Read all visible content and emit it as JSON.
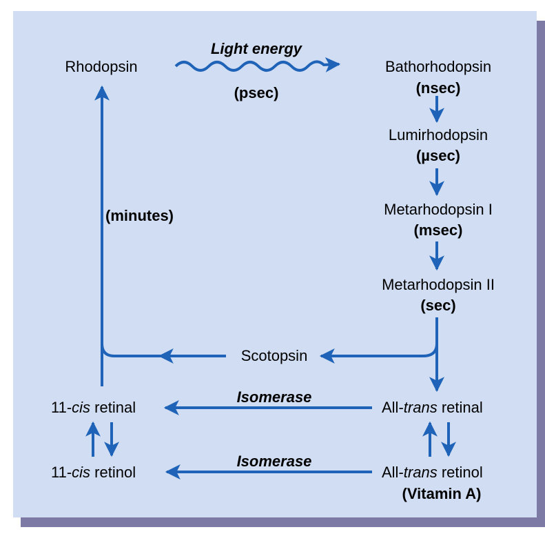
{
  "colors": {
    "arrow": "#1f63b8",
    "panel": "#d0ddf2",
    "shadow": "#7d7aa6"
  },
  "nodes": {
    "rhodopsin": "Rhodopsin",
    "bathorhodopsin": "Bathorhodopsin",
    "lumirhodopsin": "Lumirhodopsin",
    "metarhodopsin_1": "Metarhodopsin I",
    "metarhodopsin_2": "Metarhodopsin II",
    "scotopsin": "Scotopsin",
    "cis_retinal": {
      "prefix": "11-",
      "italic": "cis",
      "suffix": " retinal"
    },
    "cis_retinol": {
      "prefix": "11-",
      "italic": "cis",
      "suffix": " retinol"
    },
    "trans_retinal": {
      "prefix": "All-",
      "italic": "trans",
      "suffix": " retinal"
    },
    "trans_retinol": {
      "prefix": "All-",
      "italic": "trans",
      "suffix": " retinol"
    },
    "vitamin_a": "(Vitamin A)"
  },
  "timings": {
    "psec": "(psec)",
    "nsec": "(nsec)",
    "usec": "(µsec)",
    "msec": "(msec)",
    "sec": "(sec)",
    "minutes": "(minutes)"
  },
  "edges": {
    "light_energy": "Light energy",
    "isomerase_top": "Isomerase",
    "isomerase_bottom": "Isomerase"
  }
}
